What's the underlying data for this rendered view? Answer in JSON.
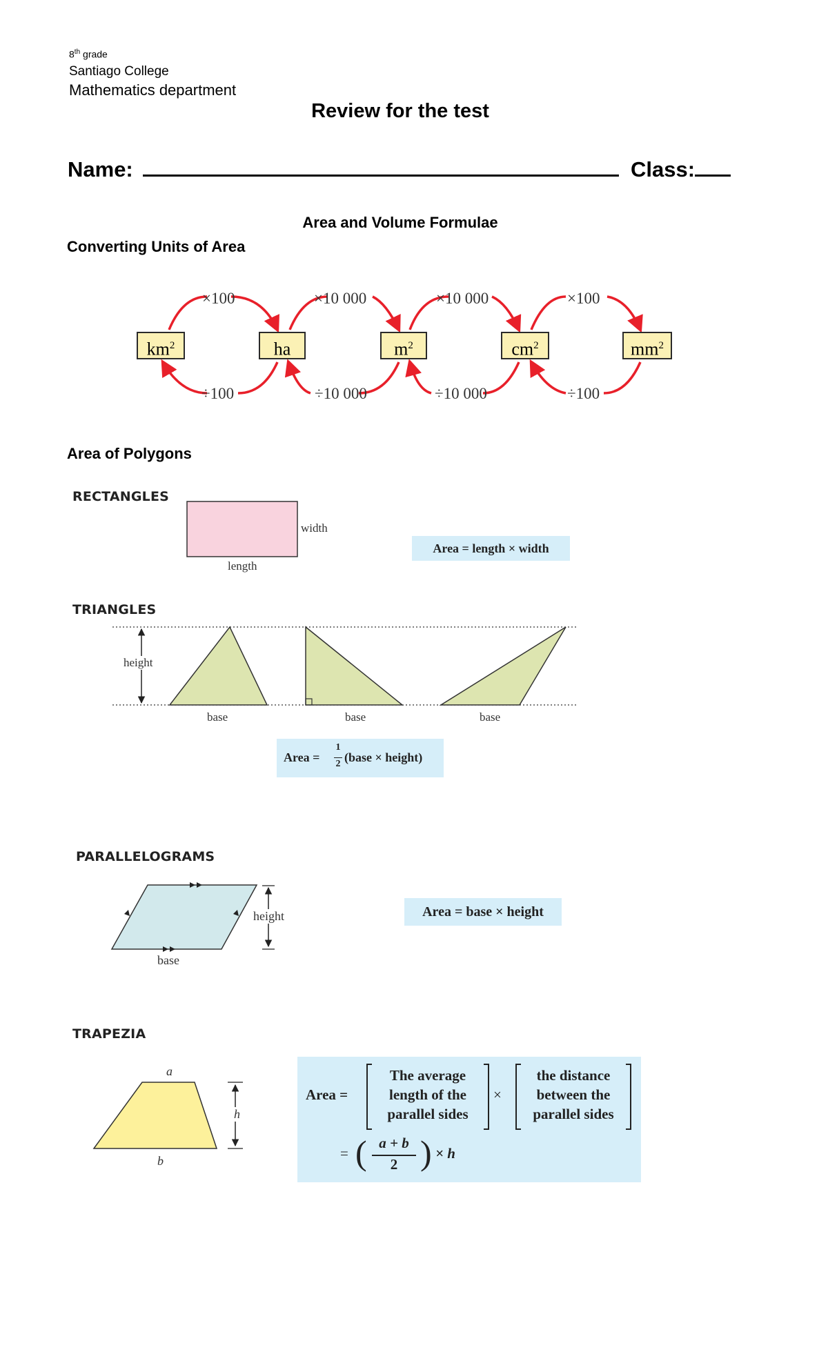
{
  "header": {
    "grade_num": "8",
    "grade_sup": "th",
    "grade_word": "grade",
    "school": "Santiago College",
    "department": "Mathematics department"
  },
  "title": "Review for the test",
  "form": {
    "name_label": "Name:",
    "class_label": "Class:"
  },
  "subtitle": "Area and Volume Formulae",
  "converting": {
    "heading": "Converting Units of Area",
    "units": [
      {
        "base": "km",
        "exp": "2"
      },
      {
        "base": "ha",
        "exp": ""
      },
      {
        "base": "m",
        "exp": "2"
      },
      {
        "base": "cm",
        "exp": "2"
      },
      {
        "base": "mm",
        "exp": "2"
      }
    ],
    "multiply": [
      "×100",
      "×10 000",
      "×10 000",
      "×100"
    ],
    "divide": [
      "÷100",
      "÷10 000",
      "÷10 000",
      "÷100"
    ],
    "colors": {
      "arrow": "#e8202a",
      "box_fill": "#fbf1b5"
    }
  },
  "polygons": {
    "heading": "Area of Polygons",
    "rectangles": {
      "caption": "RECTANGLES",
      "width_label": "width",
      "length_label": "length",
      "formula": "Area = length × width",
      "fill": "#f9d3de"
    },
    "triangles": {
      "caption": "TRIANGLES",
      "height_label": "height",
      "base_label_1": "base",
      "base_label_2": "base",
      "base_label_3": "base",
      "formula_prefix": "Area =",
      "frac_num": "1",
      "frac_den": "2",
      "formula_suffix": "(base × height)",
      "fill": "#dde5b0"
    },
    "parallelograms": {
      "caption": "PARALLELOGRAMS",
      "height_label": "height",
      "base_label": "base",
      "formula": "Area = base × height",
      "fill": "#d2e9ec"
    },
    "trapezia": {
      "caption": "TRAPEZIA",
      "a_label": "a",
      "b_label": "b",
      "h_label": "h",
      "area_label": "Area =",
      "bracket1": [
        "The average",
        "length of the",
        "parallel sides"
      ],
      "times": "×",
      "bracket2": [
        "the distance",
        "between the",
        "parallel sides"
      ],
      "eq": "=",
      "frac_num": "a + b",
      "frac_den": "2",
      "times_h": "× h",
      "fill": "#fdf19b"
    },
    "formula_bg": "#d6eef9"
  }
}
